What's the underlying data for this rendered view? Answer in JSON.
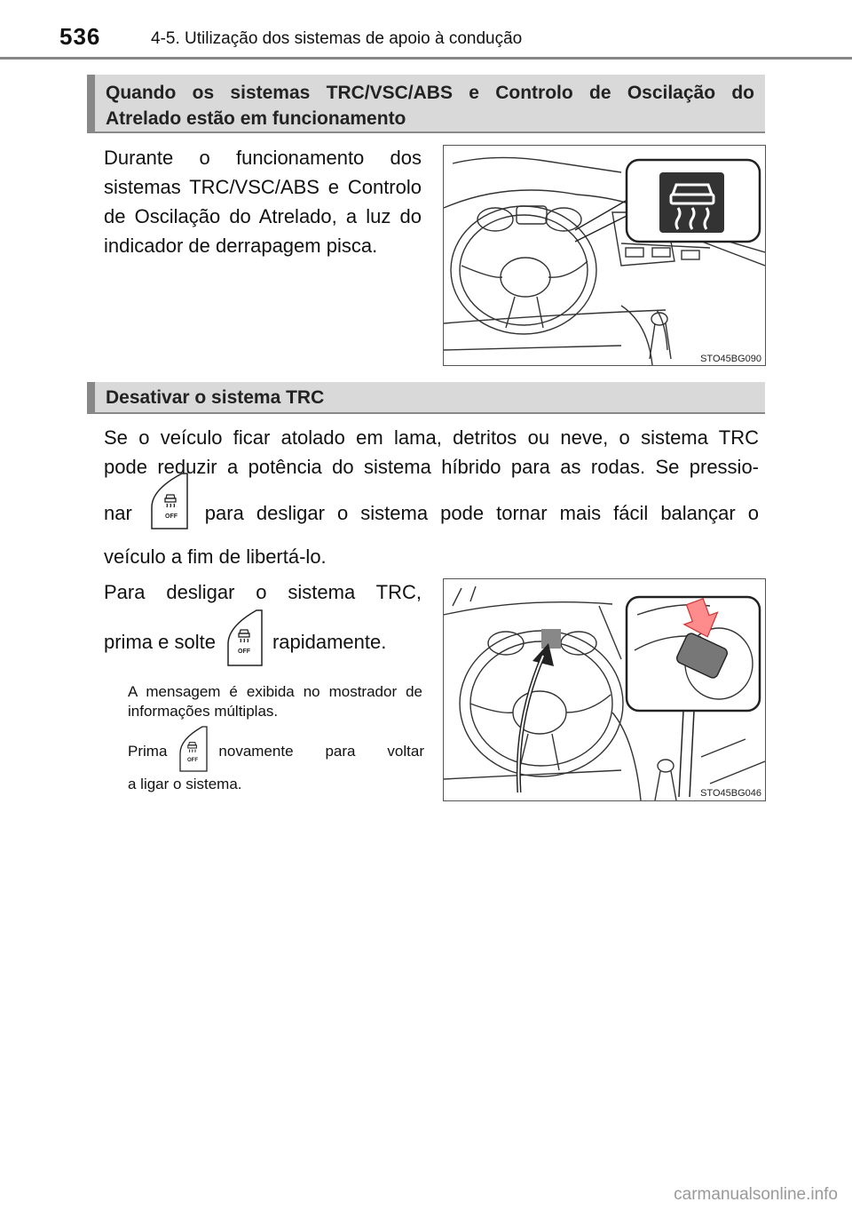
{
  "header": {
    "page_number": "536",
    "section_title": "4-5. Utilização dos sistemas de apoio à condução"
  },
  "section1": {
    "title_line1": "Quando os sistemas TRC/VSC/ABS e Controlo de Oscilação do",
    "title_line2": "Atrelado estão em funcionamento",
    "text": "Durante o funcionamento dos sistemas TRC/VSC/ABS e Controlo de Oscilação do Atrelado, a luz do indicador de derrapagem pisca.",
    "figure_code": "STO45BG090"
  },
  "section2": {
    "title": "Desativar o sistema TRC",
    "para_line1": "Se o veículo ficar atolado em lama, detritos ou neve, o sistema TRC",
    "para_line2": "pode reduzir a potência do sistema híbrido para as rodas. Se pressio-",
    "para_line3_a": "nar",
    "para_line3_b": "para desligar o sistema pode tornar mais fácil balançar o",
    "para_line4": "veículo a fim de libertá-lo.",
    "step_line1": "Para desligar o sistema TRC,",
    "step_line2_a": "prima e solte",
    "step_line2_b": "rapidamente.",
    "note1": "A mensagem é exibida no mostrador de informações múltiplas.",
    "note2_a": "Prima",
    "note2_b": "novamente para voltar",
    "note2_c": "a ligar o sistema.",
    "figure_code": "STO45BG046",
    "button_label": "OFF"
  },
  "footer": {
    "watermark": "carmanualsonline.info"
  }
}
